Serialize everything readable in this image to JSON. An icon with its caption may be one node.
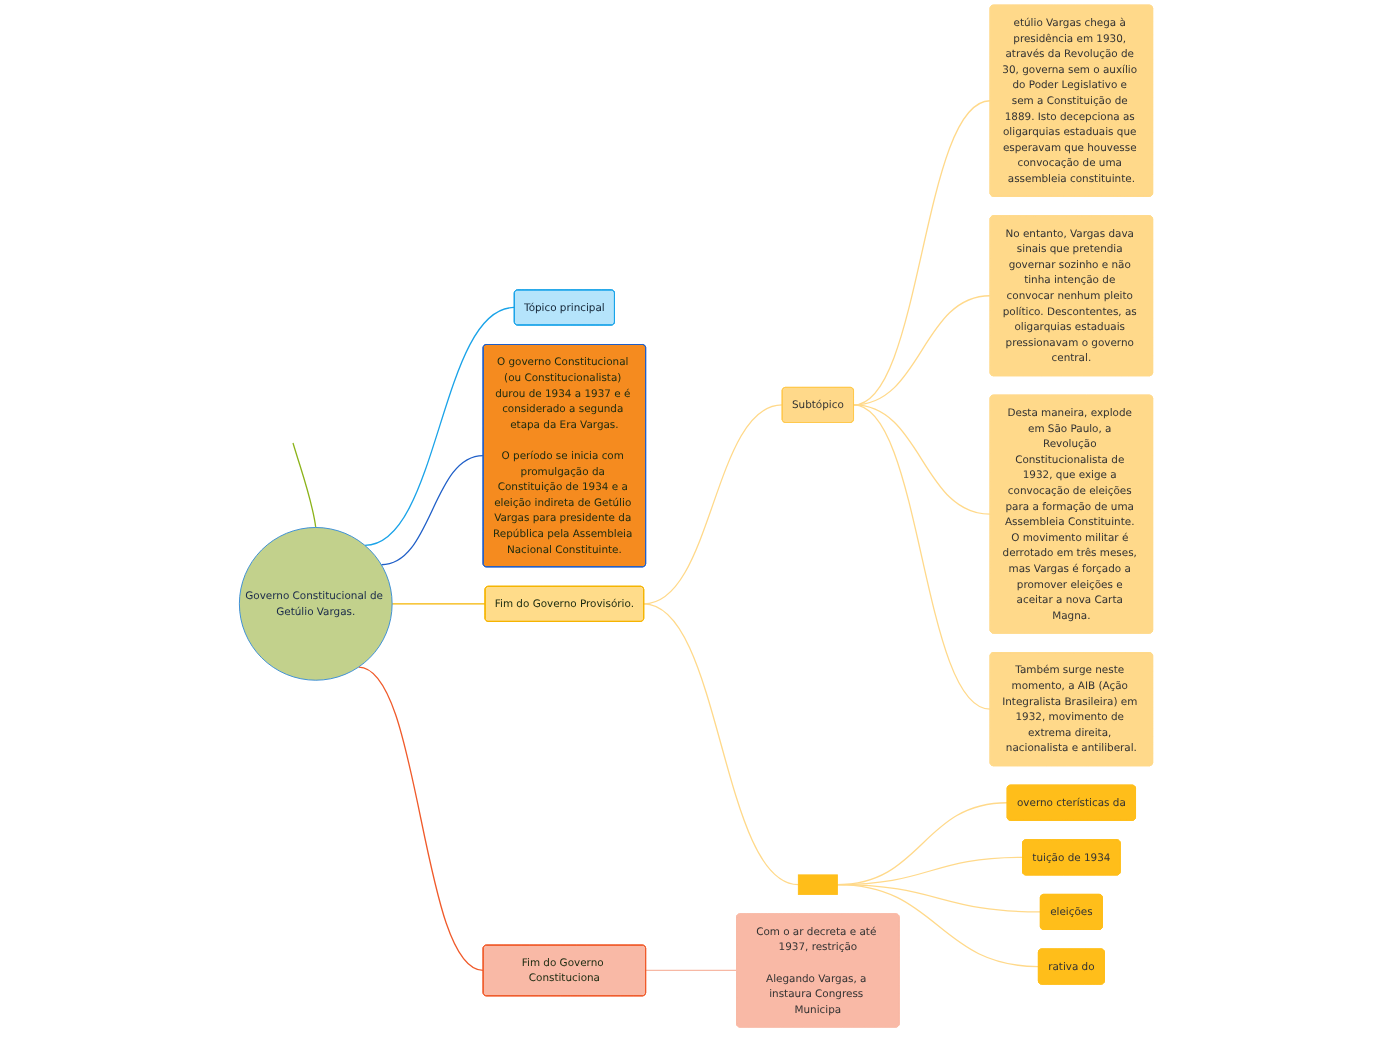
{
  "diagram": {
    "nodes": [
      {
        "text": [
          "Governo Constitucional de Getúlio Vargas."
        ]
      },
      {
        "text": [
          "Tópico principal"
        ]
      },
      {
        "text": [
          "O governo Constitucional (ou Constitucionalista) durou de 1934 a 1937 e é considerado a segunda etapa da Era Vargas.",
          "O período se inicia com promulgação da Constituição de 1934 e a eleição indireta de Getúlio Vargas para presidente da República pela Assembleia Nacional Constituinte."
        ]
      },
      {
        "text": [
          "Fim do Governo Provisório."
        ]
      },
      {
        "text": [
          "Fim do Governo Constituciona"
        ]
      },
      {
        "text": [
          "Subtópico"
        ]
      },
      {
        "text": [
          "etúlio Vargas chega à presidência em 1930, através da Revolução de 30, governa sem o auxílio do Poder Legislativo e sem a Constituição de 1889. Isto decepciona as oligarquias estaduais que esperavam que houvesse convocação de uma assembleia constituinte."
        ]
      },
      {
        "text": [
          "No entanto, Vargas dava sinais que pretendia governar sozinho e não tinha intenção de convocar nenhum pleito político. Descontentes, as oligarquias estaduais pressionavam o governo central."
        ]
      },
      {
        "text": [
          "Desta maneira, explode em São Paulo, a Revolução Constitucionalista de 1932, que exige a convocação de eleições para a formação de uma Assembleia Constituinte. O movimento militar é derrotado em três meses, mas Vargas é forçado a promover eleições e aceitar a nova Carta Magna."
        ]
      },
      {
        "text": [
          "Também surge neste momento, a AIB (Ação Integralista Brasileira) em 1932, movimento de extrema direita, nacionalista e antiliberal."
        ]
      },
      {
        "text": [],
        "shape": "box"
      },
      {
        "text": [
          "overno cterísticas da"
        ]
      },
      {
        "text": [
          "tuição de 1934"
        ]
      },
      {
        "text": [
          "eleições"
        ]
      },
      {
        "text": [
          "rativa do"
        ]
      },
      {
        "text": [
          "Com o ar decreta e até 1937, restrição",
          "Alegando Vargas, a instaura Congress Municipa"
        ]
      }
    ],
    "edges": [
      {
        "from": 0,
        "to": null,
        "arrow": "none",
        "color": "#8cb31a"
      },
      {
        "from": 0,
        "to": 1,
        "arrow": "none",
        "color": "#1aa3e8"
      },
      {
        "from": 0,
        "to": 2,
        "arrow": "none",
        "color": "#1f5fc8"
      },
      {
        "from": 0,
        "to": 3,
        "arrow": "none",
        "color": "#f5b400"
      },
      {
        "from": 0,
        "to": 4,
        "arrow": "none",
        "color": "#f05a2a"
      },
      {
        "from": 3,
        "to": 5,
        "arrow": "none"
      },
      {
        "from": 5,
        "to": 6,
        "arrow": "none"
      },
      {
        "from": 5,
        "to": 7,
        "arrow": "none"
      },
      {
        "from": 5,
        "to": 8,
        "arrow": "none"
      },
      {
        "from": 5,
        "to": 9,
        "arrow": "none"
      },
      {
        "from": 3,
        "to": 10,
        "arrow": "none"
      },
      {
        "from": 10,
        "to": 11,
        "arrow": "none"
      },
      {
        "from": 10,
        "to": 12,
        "arrow": "none"
      },
      {
        "from": 10,
        "to": 13,
        "arrow": "none"
      },
      {
        "from": 10,
        "to": 14,
        "arrow": "none"
      },
      {
        "from": 4,
        "to": 15,
        "arrow": "none",
        "color": "#f7b8a4"
      }
    ]
  }
}
